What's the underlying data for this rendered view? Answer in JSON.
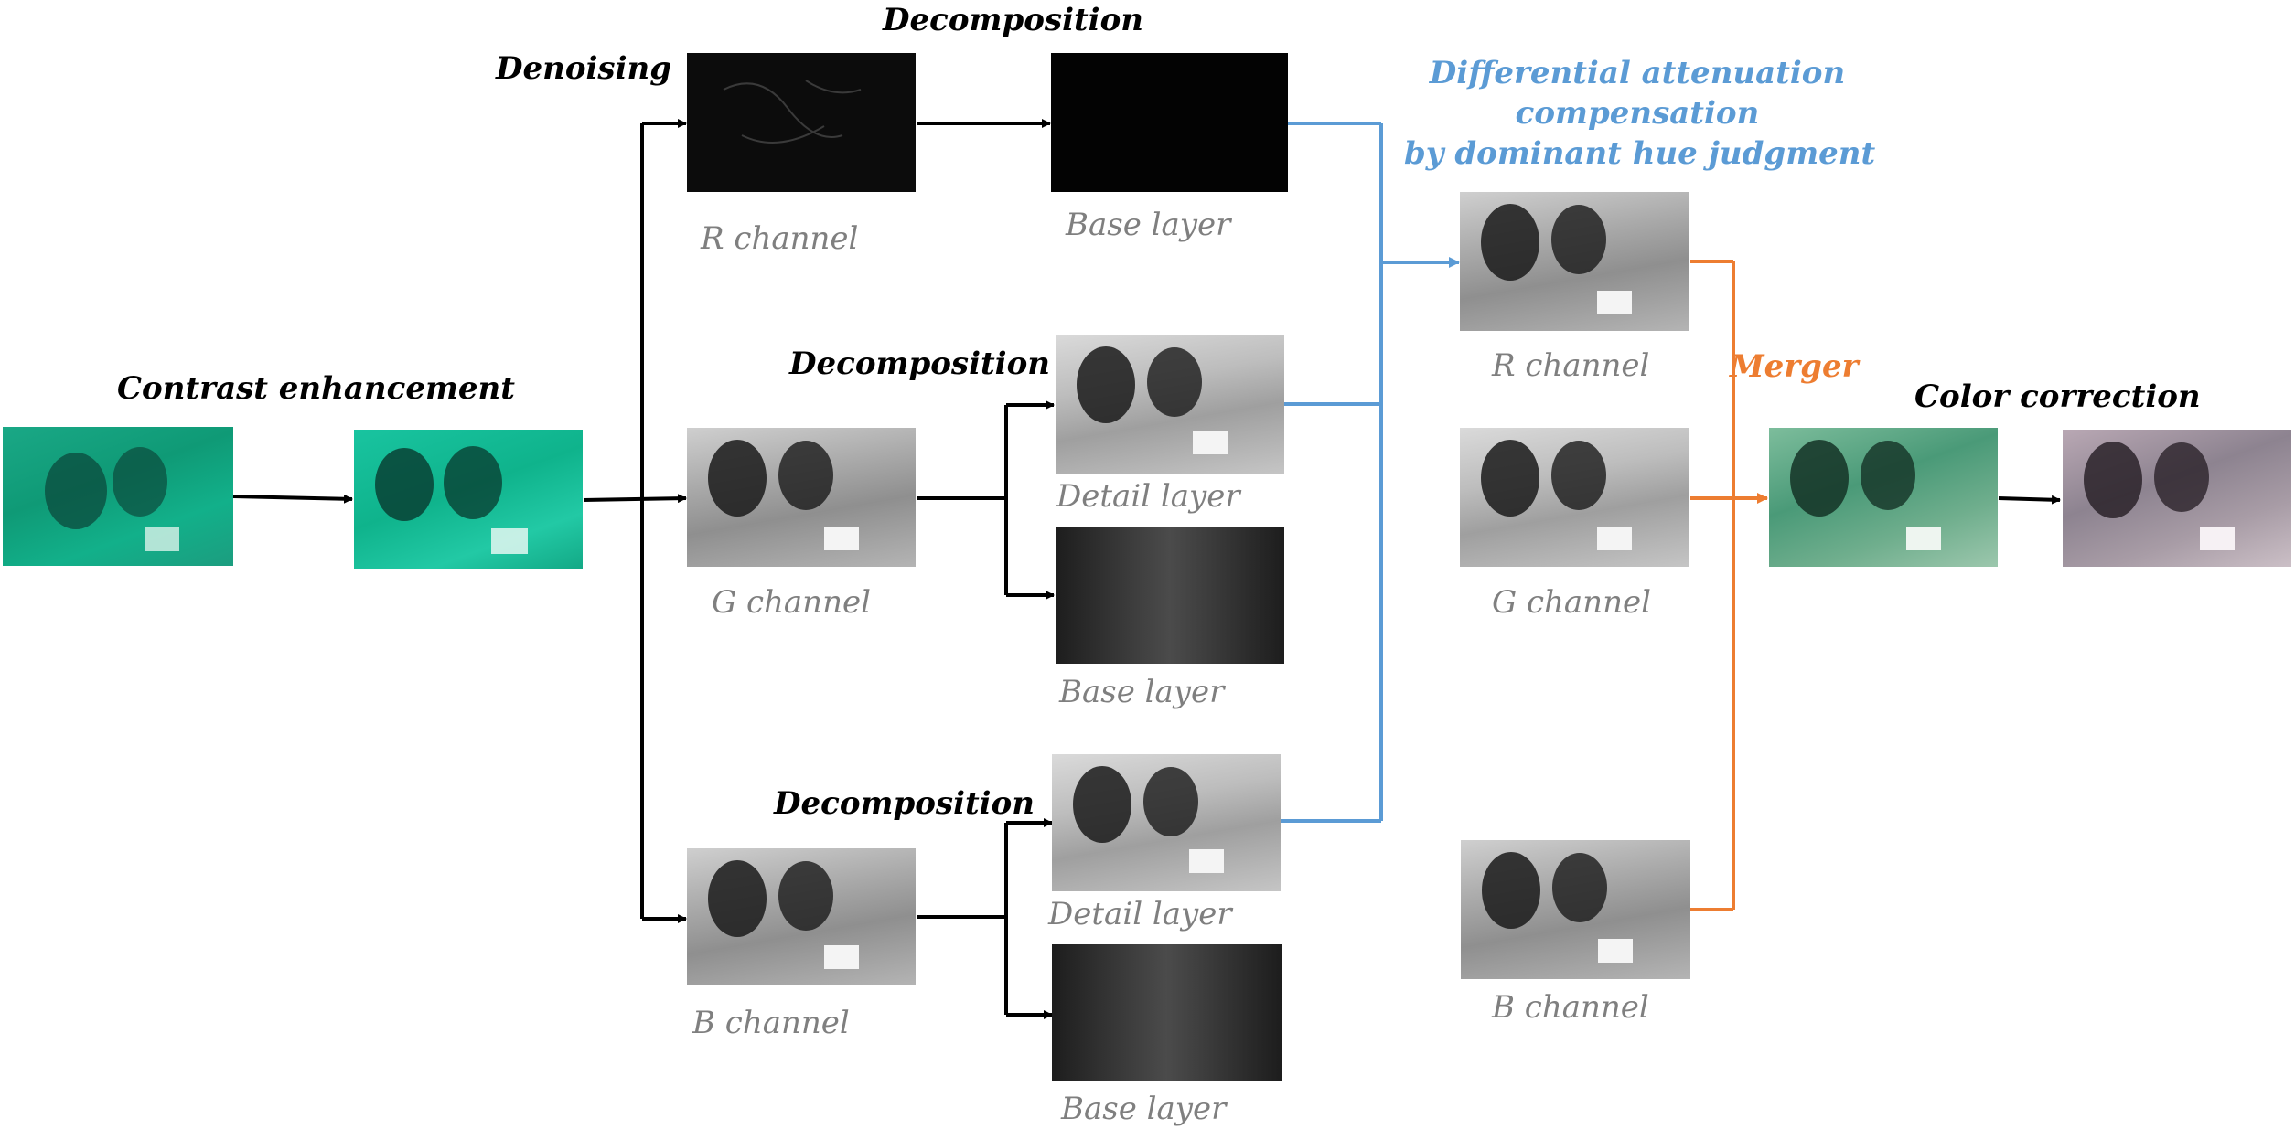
{
  "steps": {
    "contrast_enhancement": "Contrast enhancement",
    "denoising": "Denoising",
    "decomposition_top": "Decomposition",
    "decomposition_g": "Decomposition",
    "decomposition_b": "Decomposition",
    "differential_attenuation": [
      "Differential attenuation",
      "compensation",
      "by dominant hue judgment"
    ],
    "merger": "Merger",
    "color_correction": "Color correction"
  },
  "captions": {
    "r_channel": "R channel",
    "g_channel": "G channel",
    "b_channel": "B channel",
    "r_base_layer": "Base layer",
    "g_detail_layer": "Detail layer",
    "g_base_layer": "Base layer",
    "b_detail_layer": "Detail layer",
    "b_base_layer": "Base layer",
    "comp_r_channel": "R channel",
    "comp_g_channel": "G channel",
    "comp_b_channel": "B channel"
  },
  "colors": {
    "flow_arrow": "#000000",
    "compensation": "#5b9bd5",
    "merger": "#ed7d31",
    "caption": "#7f7f7f"
  }
}
